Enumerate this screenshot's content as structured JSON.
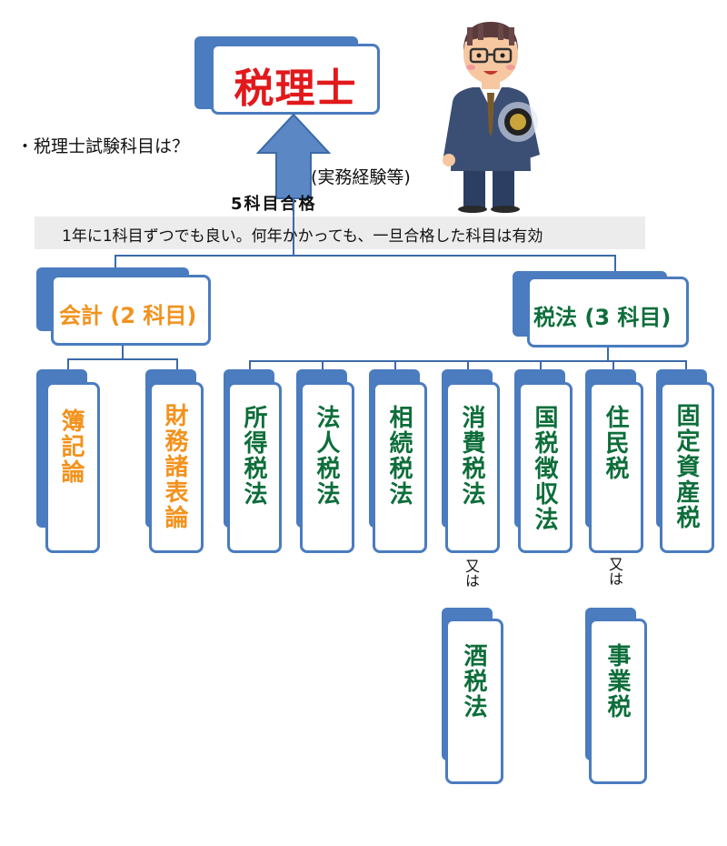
{
  "colors": {
    "accent_blue": "#4a7cbf",
    "title_red": "#e2191b",
    "tax_green": "#0d6e3a",
    "acct_orange": "#f2921d",
    "band_gray": "#ececec"
  },
  "title": "税理士",
  "question": "・税理士試験科目は？",
  "exemption_note": "(実務経験等)",
  "pass_requirement": "5科目合格",
  "rule_band": "1年に1科目ずつでも良い。何年かかっても、一旦合格した科目は有効",
  "accounting": {
    "label": "会計 (2 科目)",
    "subjects": [
      "簿記論",
      "財務諸表論"
    ]
  },
  "tax_law": {
    "label": "税法 (3 科目)",
    "subjects": [
      "所得税法",
      "法人税法",
      "相続税法",
      "消費税法",
      "国税徴収法",
      "住民税",
      "固定資産税"
    ]
  },
  "alternatives": [
    {
      "connector": "又は",
      "subject": "酒税法"
    },
    {
      "connector": "又は",
      "subject": "事業税"
    }
  ],
  "icons": {
    "person": "businessman-with-badge-icon",
    "arrow": "up-arrow-icon"
  }
}
